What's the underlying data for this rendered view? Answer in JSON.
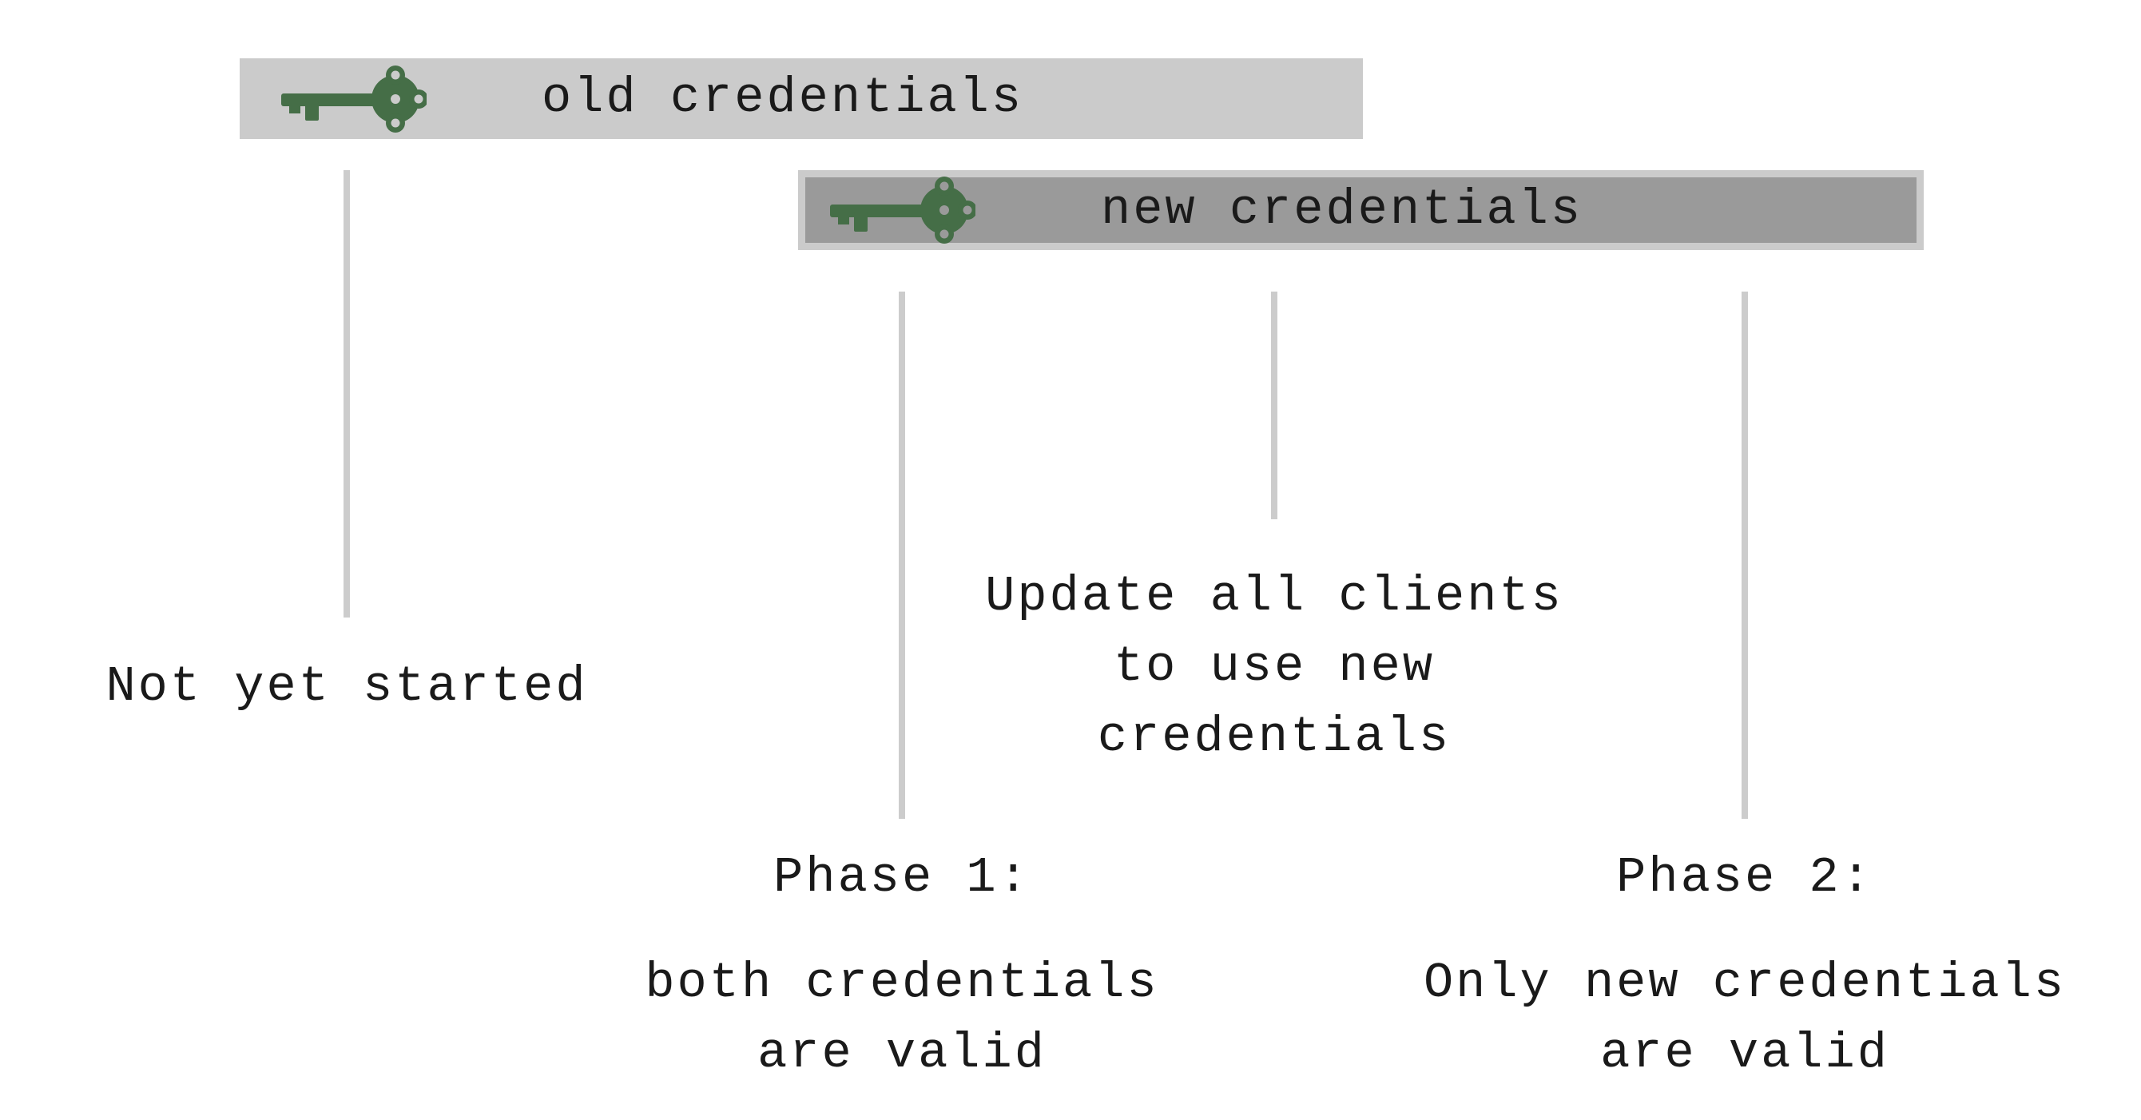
{
  "bars": {
    "old": {
      "label": "old credentials",
      "icon": "key-icon"
    },
    "new": {
      "label": "new credentials",
      "icon": "key-icon"
    }
  },
  "colors": {
    "key": "#456e47",
    "old_bar": "#cbcbcb",
    "new_bar": "#9a9a9a",
    "lines": "#cccccc",
    "text": "#1a1a1a"
  },
  "stages": {
    "not_started": {
      "line1": "Not yet started"
    },
    "update": {
      "line1": "Update all clients",
      "line2": "to use new",
      "line3": "credentials"
    },
    "phase1": {
      "title": "Phase 1:",
      "line1": "both credentials",
      "line2": "are valid"
    },
    "phase2": {
      "title": "Phase 2:",
      "line1": "Only new credentials",
      "line2": "are valid"
    }
  }
}
